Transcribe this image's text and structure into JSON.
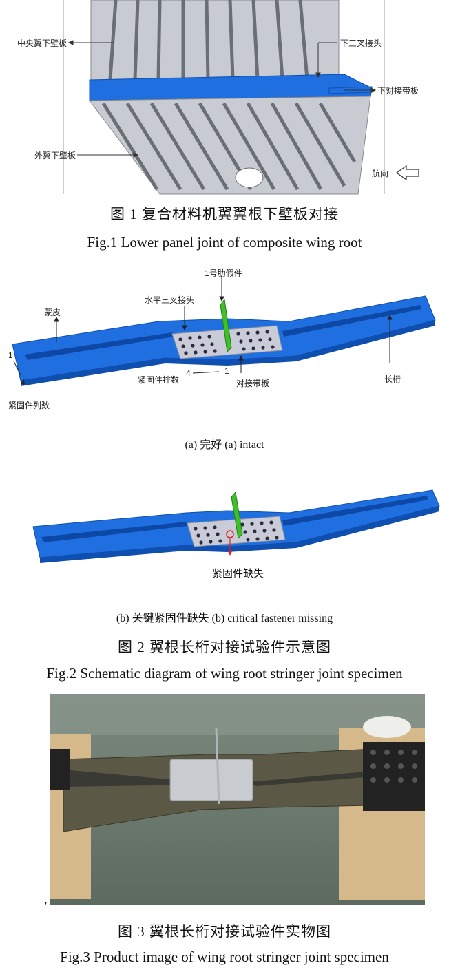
{
  "fig1": {
    "labels": {
      "center_lower_panel": "中央翼下壁板",
      "lower_tri_joint": "下三叉接头",
      "lower_splice_strap": "下对接带板",
      "outer_lower_panel": "外翼下壁板",
      "heading": "航向"
    },
    "caption_cn": "图 1    复合材料机翼翼根下壁板对接",
    "caption_en": "Fig.1    Lower panel joint of composite wing root"
  },
  "fig2a": {
    "labels": {
      "rib1_dummy": "1号肋假件",
      "horizontal_tri_joint": "水平三叉接头",
      "skin": "蒙皮",
      "col_one": "1",
      "col_four": "4",
      "fastener_columns": "紧固件列数",
      "row_four": "4",
      "row_one": "1",
      "fastener_rows": "紧固件排数",
      "splice_strap": "对接带板",
      "stringer": "长桁"
    },
    "subcaption": "(a)  完好  (a) intact"
  },
  "fig2b": {
    "labels": {
      "missing_fastener": "紧固件缺失"
    },
    "subcaption": "(b)  关键紧固件缺失  (b) critical fastener missing"
  },
  "fig2": {
    "caption_cn": "图 2    翼根长桁对接试验件示意图",
    "caption_en": "Fig.2    Schematic diagram of wing root stringer joint specimen"
  },
  "fig3": {
    "comma": ",",
    "caption_cn": "图 3    翼根长桁对接试验件实物图",
    "caption_en": "Fig.3    Product image of wing root stringer joint specimen"
  },
  "colors": {
    "blue": "#1f6fe0",
    "blue_dark": "#0f4fb0",
    "green": "#3fbf2a",
    "grey_panel": "#cfd3d8",
    "red": "#e02020"
  }
}
